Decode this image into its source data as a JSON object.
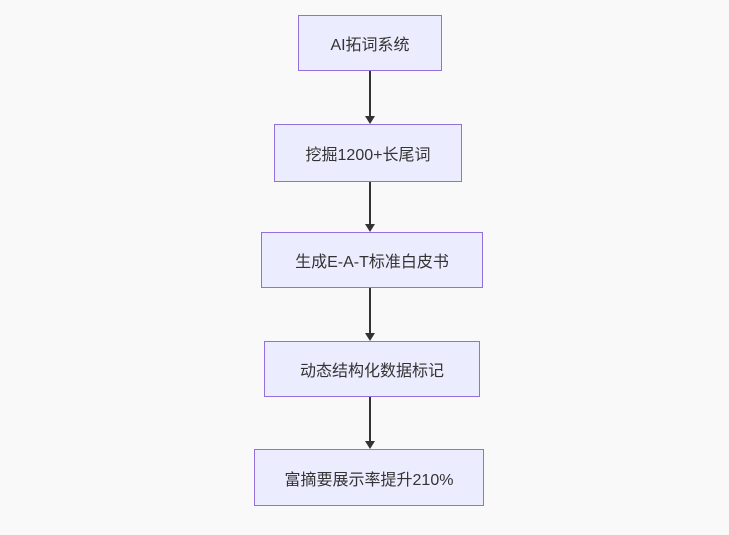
{
  "diagram": {
    "type": "flowchart",
    "direction": "top-down",
    "nodes": [
      {
        "id": "A",
        "label": "AI拓词系统"
      },
      {
        "id": "B",
        "label": "挖掘1200+长尾词"
      },
      {
        "id": "C",
        "label": "生成E-A-T标准白皮书"
      },
      {
        "id": "D",
        "label": "动态结构化数据标记"
      },
      {
        "id": "E",
        "label": "富摘要展示率提升210%"
      }
    ],
    "edges": [
      {
        "from": "A",
        "to": "B",
        "arrow": "down"
      },
      {
        "from": "B",
        "to": "C",
        "arrow": "down"
      },
      {
        "from": "C",
        "to": "D",
        "arrow": "down"
      },
      {
        "from": "D",
        "to": "E",
        "arrow": "down"
      }
    ],
    "colors": {
      "node_fill": "#ECECFF",
      "node_border": "#9370DB",
      "arrow": "#333333",
      "text": "#333333",
      "background": "#f9f9f9"
    }
  }
}
